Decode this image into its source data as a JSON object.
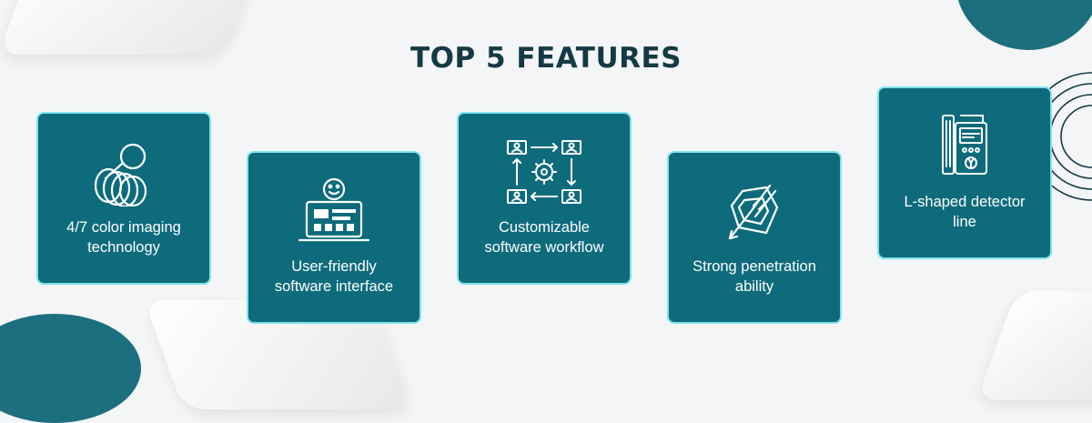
{
  "title": "TOP 5 FEATURES",
  "colors": {
    "teal": "#0e6b7c",
    "border": "#7fe3ef",
    "title": "#143a44",
    "accent": "#1c6f7e"
  },
  "features": [
    {
      "label": "4/7 color imaging\ntechnology",
      "icon": "color-imaging-icon"
    },
    {
      "label": "User-friendly\nsoftware interface",
      "icon": "smiley-laptop-icon"
    },
    {
      "label": "Customizable\nsoftware workflow",
      "icon": "workflow-cycle-icon"
    },
    {
      "label": "Strong penetration\nability",
      "icon": "penetration-icon"
    },
    {
      "label": "L-shaped detector\nline",
      "icon": "detector-device-icon"
    }
  ]
}
